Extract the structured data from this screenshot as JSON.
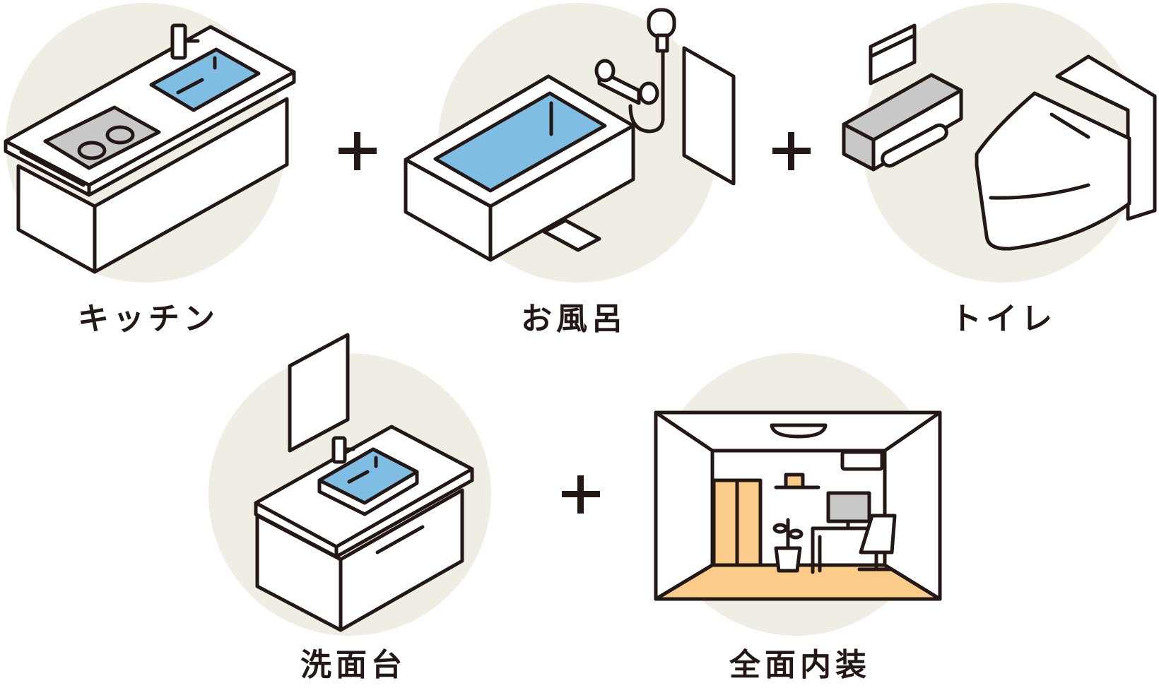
{
  "items": [
    {
      "label": "キッチン",
      "icon": "kitchen-icon"
    },
    {
      "label": "お風呂",
      "icon": "bathtub-icon"
    },
    {
      "label": "トイレ",
      "icon": "toilet-icon"
    },
    {
      "label": "洗面台",
      "icon": "washbasin-icon"
    },
    {
      "label": "全面内装",
      "icon": "interior-room-icon"
    }
  ],
  "colors": {
    "circle": "#efede4",
    "stroke": "#231815",
    "water": "#7fbde3",
    "wood": "#fbcb8a",
    "gray": "#c8c8c8"
  }
}
